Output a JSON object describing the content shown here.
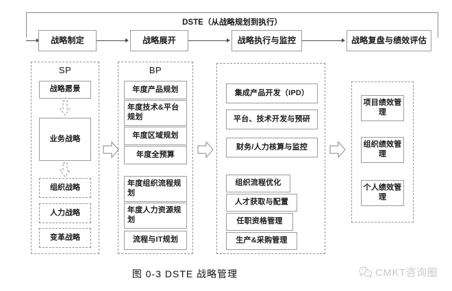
{
  "figure": {
    "caption": "图 0-3   DSTE 战略管理",
    "watermark": "CMKT咨询圈",
    "watermark_icon": "wechat-icon"
  },
  "top_process": {
    "bracket_label": "DSTE（从战略规划到执行）",
    "steps": [
      {
        "label": "战略制定"
      },
      {
        "label": "战略展开"
      },
      {
        "label": "战略执行与监控"
      },
      {
        "label": "战略复盘与绩效评估"
      }
    ]
  },
  "columns": [
    {
      "id": "sp",
      "header": "SP",
      "items": [
        {
          "label": "战略愿景",
          "style": "solid"
        },
        {
          "label": "业务战略",
          "style": "solid"
        },
        {
          "label": "组织战略",
          "style": "dashed"
        },
        {
          "label": "人力战略",
          "style": "dashed"
        },
        {
          "label": "变革战略",
          "style": "dashed"
        }
      ]
    },
    {
      "id": "bp",
      "header": "BP",
      "items": [
        {
          "label": "年度产品规划"
        },
        {
          "label": "年度技术&平台规划"
        },
        {
          "label": "年度区域规划"
        },
        {
          "label": "年度全预算"
        },
        {
          "label": "年度组织流程规划"
        },
        {
          "label": "年度人力资源规划"
        },
        {
          "label": "流程与IT规划"
        }
      ]
    },
    {
      "id": "execution",
      "header": "",
      "items": [
        {
          "label": "集成产品开发（IPD）"
        },
        {
          "label": "平台、技术开发与预研"
        },
        {
          "label": "财务/人力核算与监控"
        },
        {
          "label": "组织流程优化"
        },
        {
          "label": "人才获取与配置"
        },
        {
          "label": "任职资格管理"
        },
        {
          "label": "生产&采购管理"
        }
      ]
    },
    {
      "id": "performance",
      "header": "",
      "items": [
        {
          "label": "项目绩效管理"
        },
        {
          "label": "组织绩效管理"
        },
        {
          "label": "个人绩效管理"
        }
      ]
    }
  ],
  "connectors": {
    "block_arrows": [
      "arrow-sp-to-bp",
      "arrow-bp-to-execution",
      "arrow-execution-to-performance"
    ],
    "dashed_arrows": [
      "arrow-vision-to-business",
      "arrow-business-to-org"
    ]
  },
  "colors": {
    "box_border": "#9a9a9a",
    "dashed_border": "#8c8c8c",
    "line": "#4a4a4a",
    "text": "#1a1a1a",
    "watermark": "#c9c9c9",
    "background": "#ffffff"
  }
}
